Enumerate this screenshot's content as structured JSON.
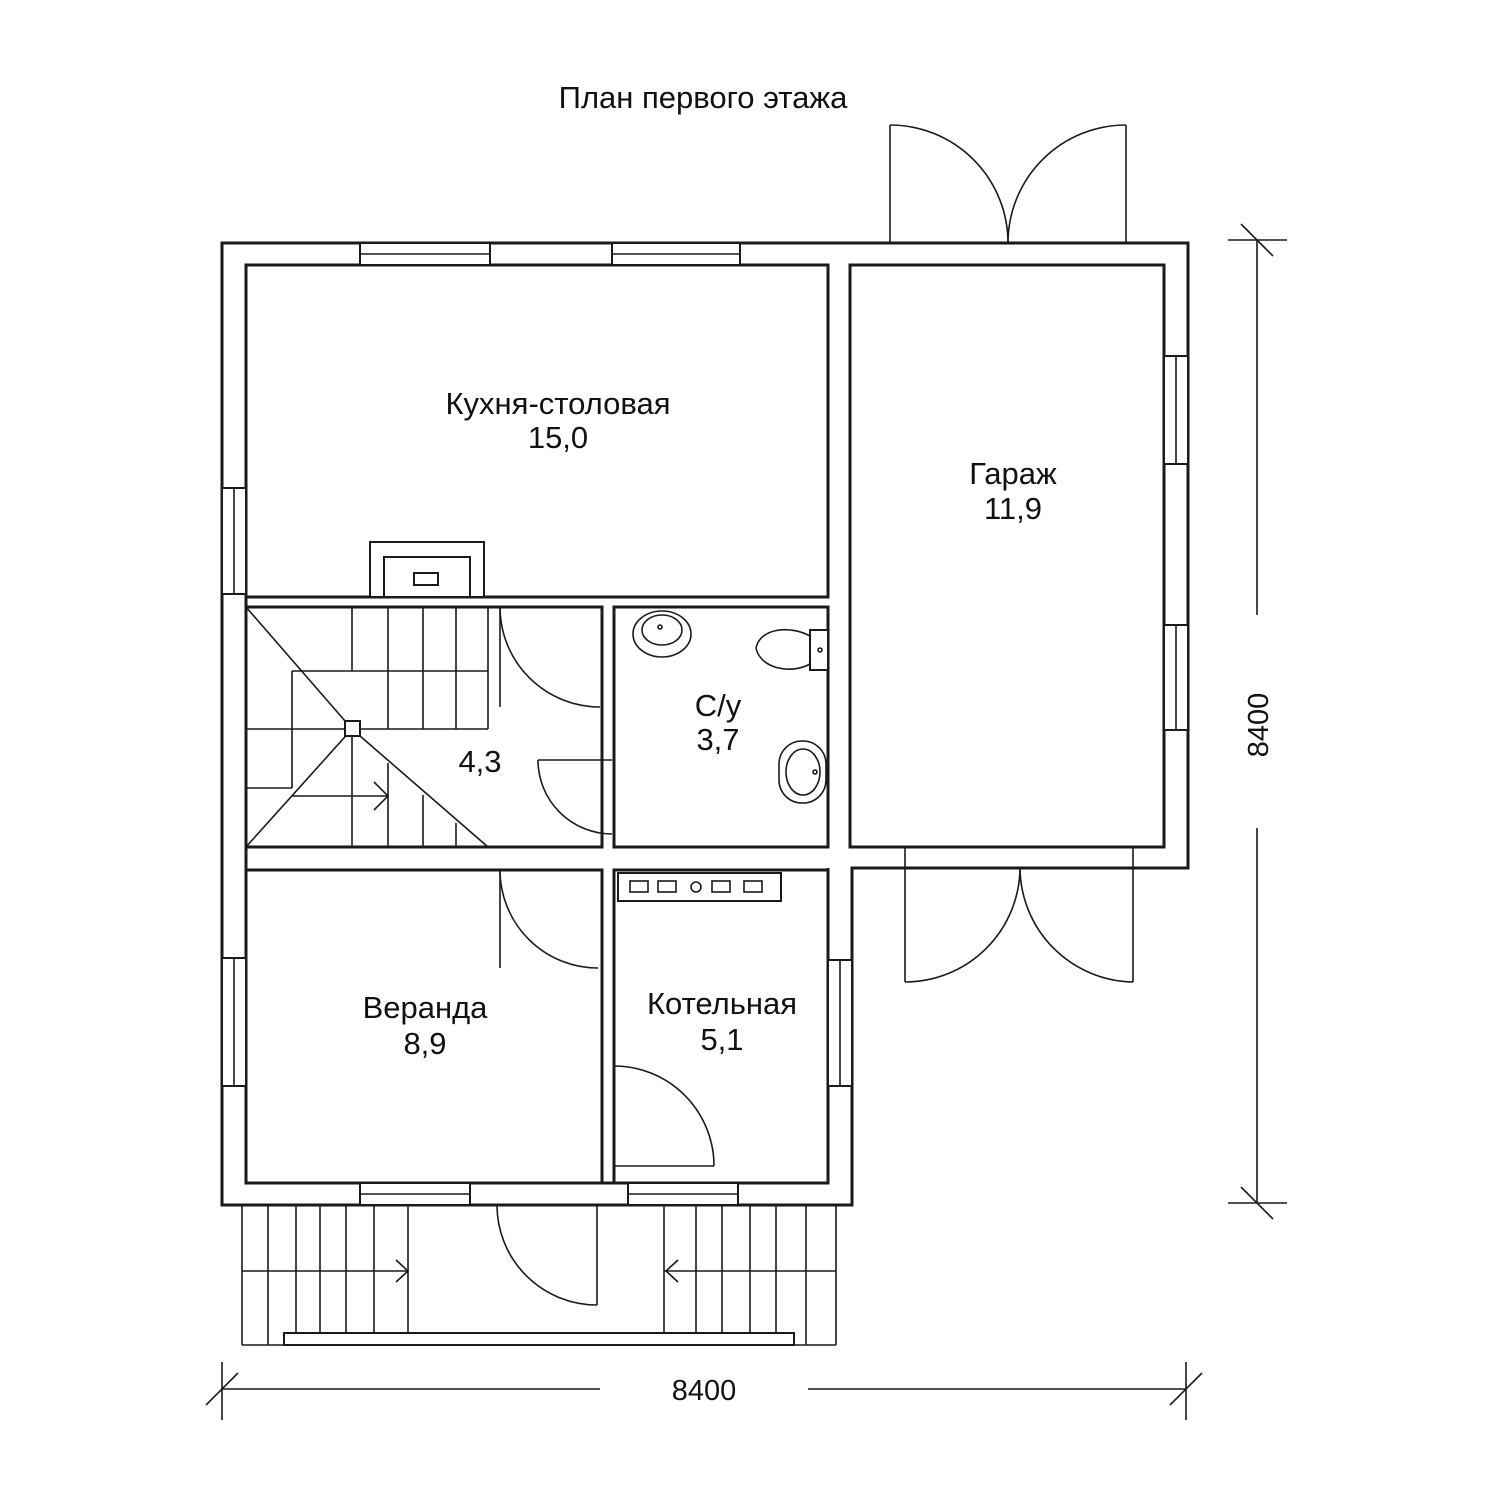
{
  "title": "План первого этажа",
  "rooms": {
    "kitchen": {
      "name": "Кухня-столовая",
      "area": "15,0"
    },
    "garage": {
      "name": "Гараж",
      "area": "11,9"
    },
    "hall": {
      "area": "4,3"
    },
    "bathroom": {
      "name": "С/у",
      "area": "3,7"
    },
    "veranda": {
      "name": "Веранда",
      "area": "8,9"
    },
    "boiler": {
      "name": "Котельная",
      "area": "5,1"
    }
  },
  "dimensions": {
    "width": "8400",
    "depth": "8400"
  }
}
